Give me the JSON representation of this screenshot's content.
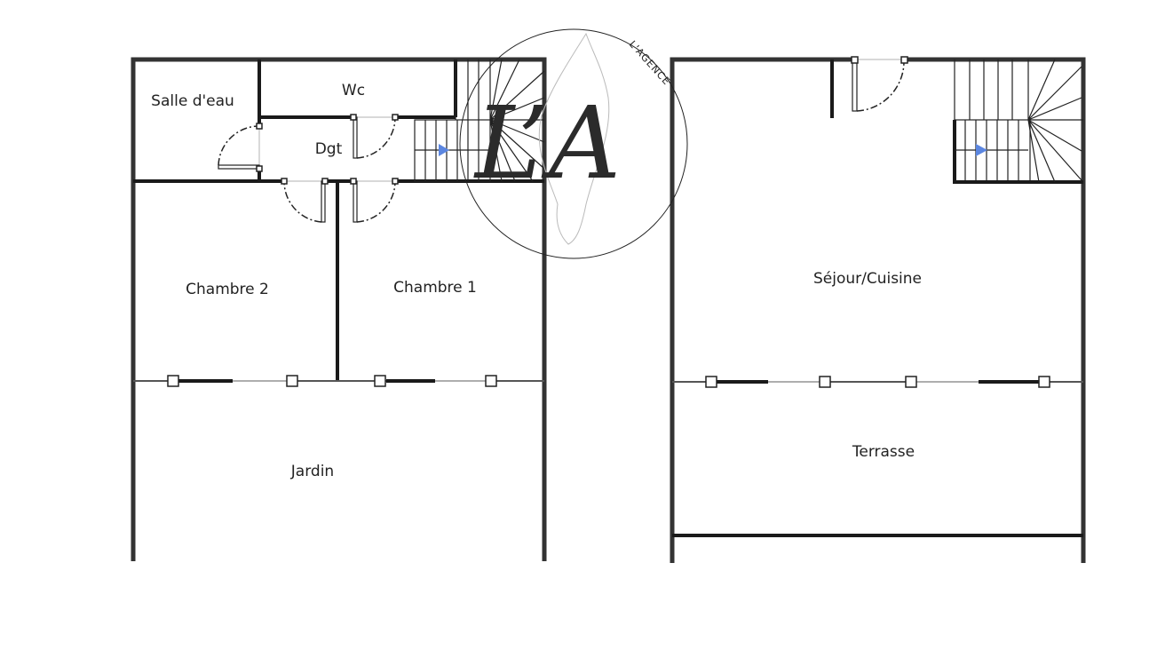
{
  "rooms": {
    "salle_deau": "Salle d'eau",
    "wc": "Wc",
    "dgt": "Dgt",
    "chambre2": "Chambre 2",
    "chambre1": "Chambre 1",
    "jardin": "Jardin",
    "sejour": "Séjour/Cuisine",
    "terrasse": "Terrasse"
  },
  "watermark": {
    "monogram": "L’A",
    "agency": "L'AGENCE"
  },
  "colors": {
    "stair_arrow": "#5b86e0",
    "wall": "#1a1a1a"
  }
}
